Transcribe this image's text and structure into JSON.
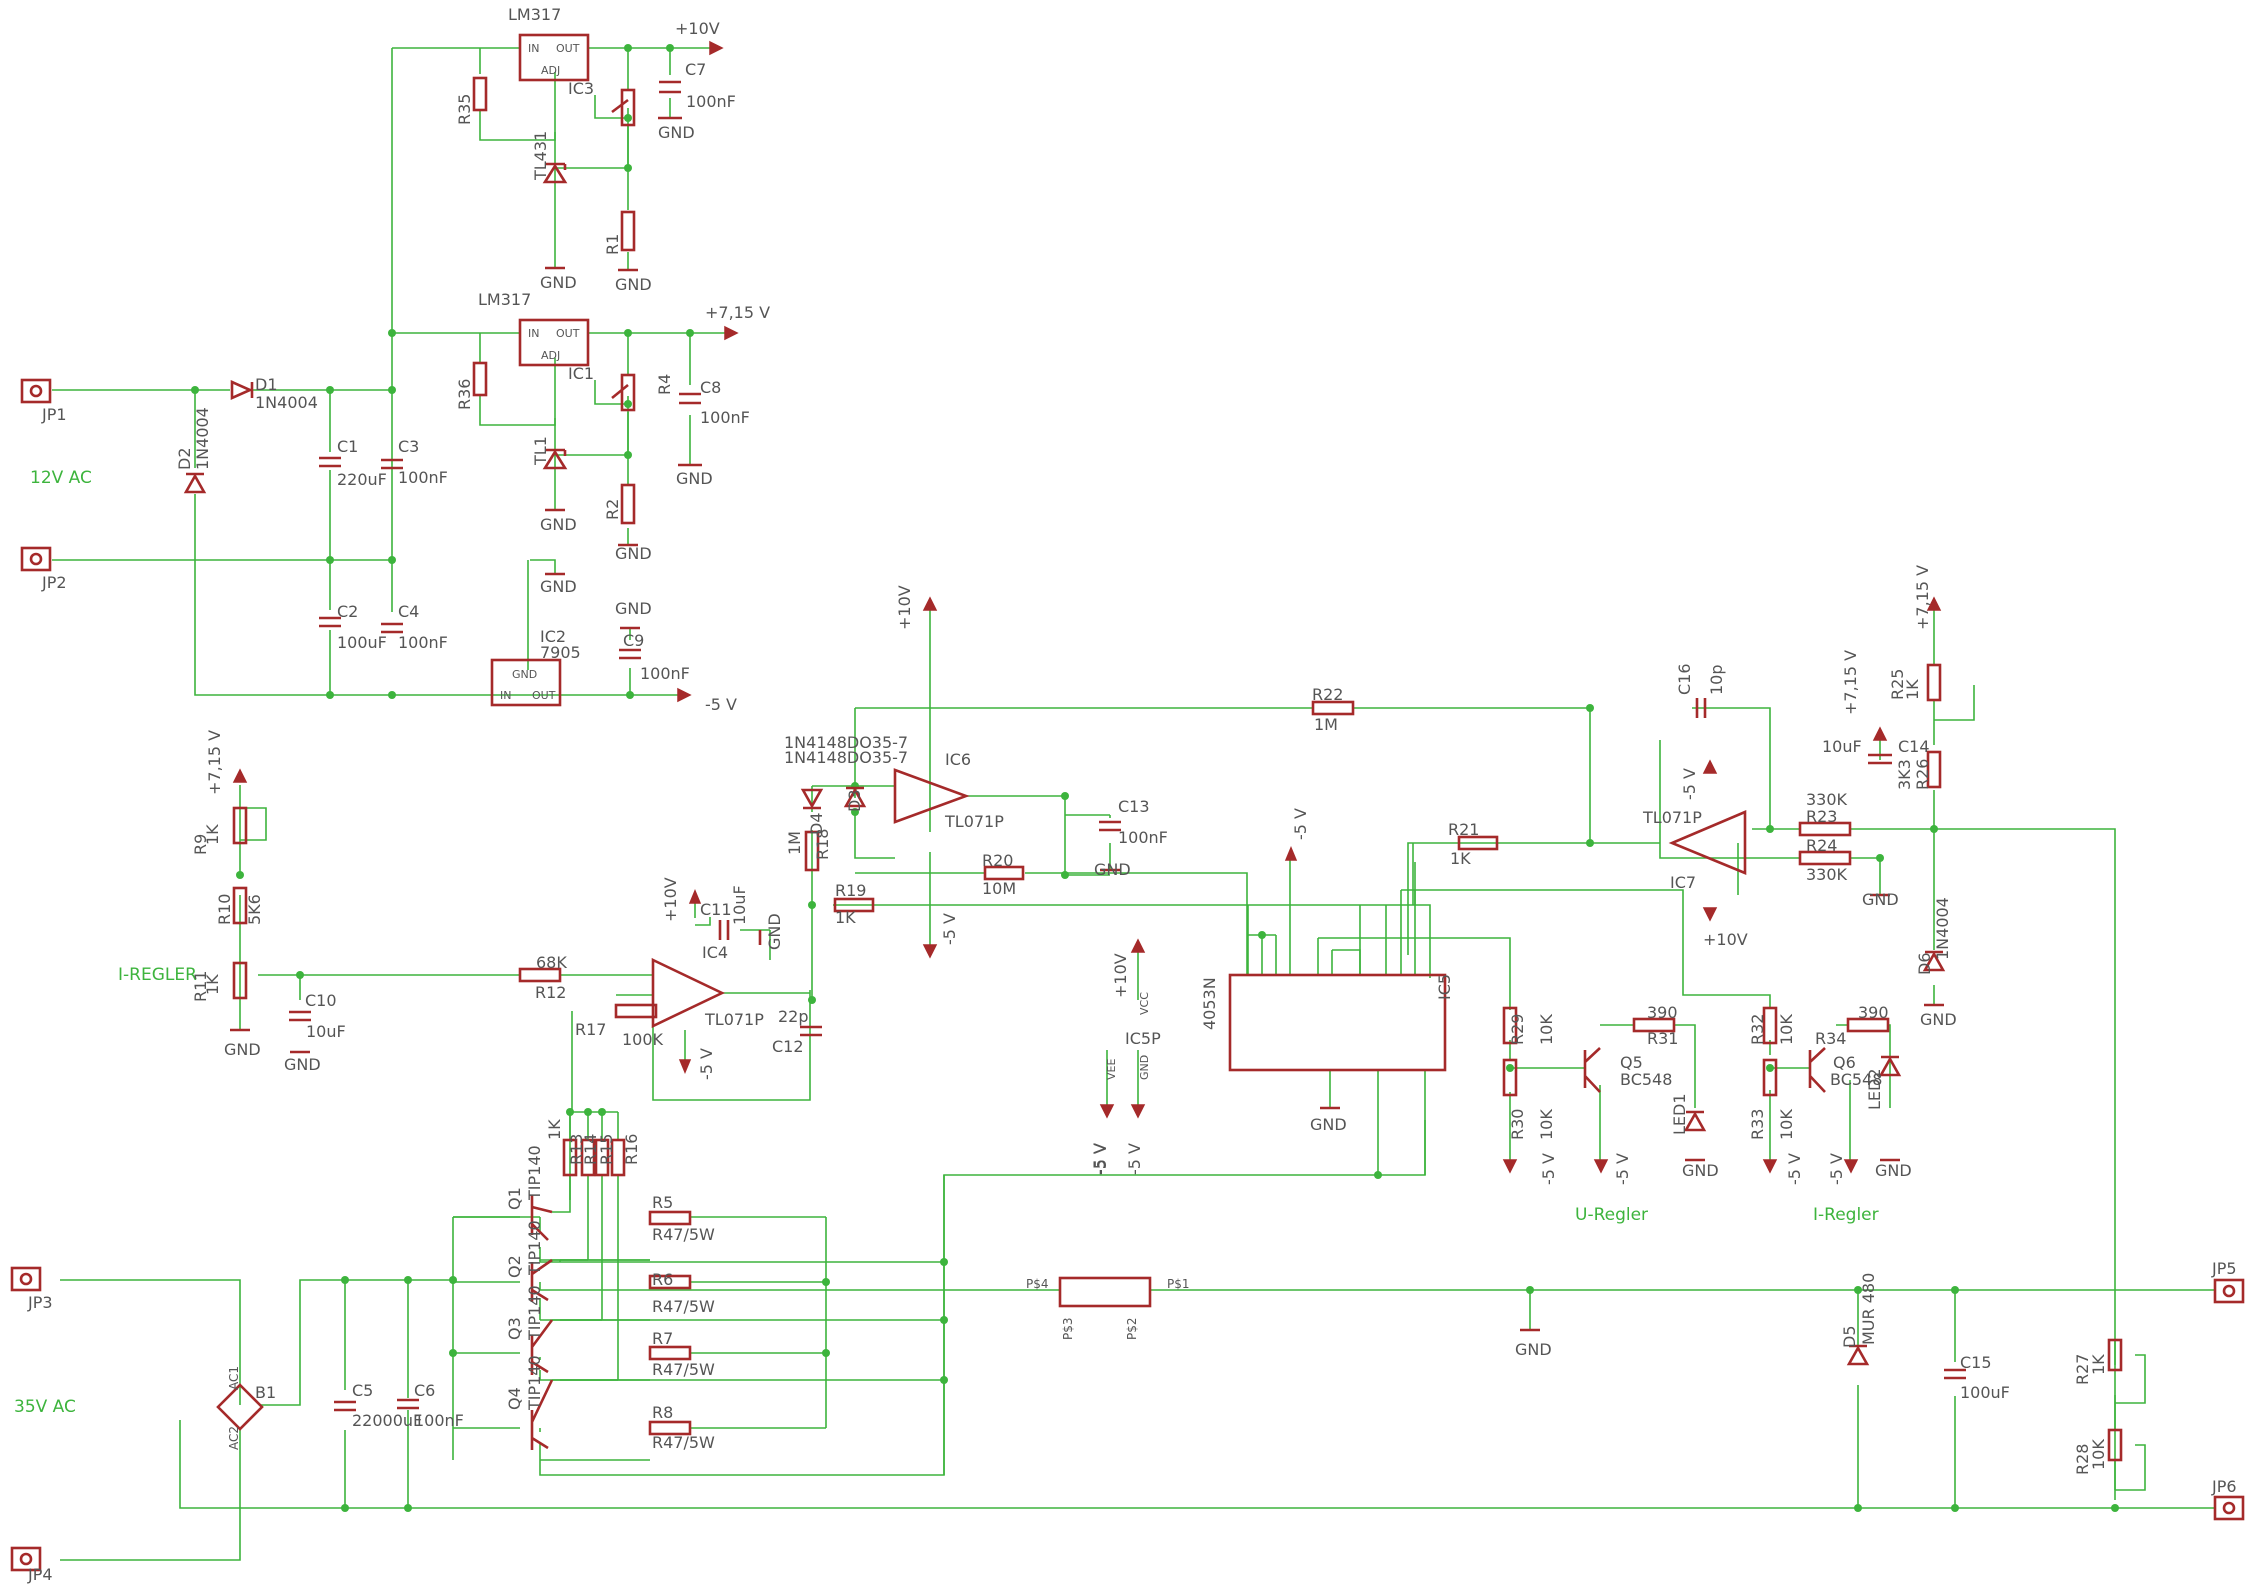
{
  "schematic": {
    "labels": {
      "lm317_a": "LM317",
      "lm317_b": "LM317",
      "ic3": "IC3",
      "ic1": "IC1",
      "pin_in": "IN",
      "pin_out": "OUT",
      "pin_adj": "ADJ",
      "plus10v": "+10V",
      "plus715v": "+7,15 V",
      "minus5v": "-5 V",
      "gnd": "GND",
      "c7": "C7",
      "c7v": "100nF",
      "c8": "C8",
      "c8v": "100nF",
      "r35": "R35",
      "r36": "R36",
      "r1": "R1",
      "r2": "R2",
      "r4": "R4",
      "tl431": "TL431",
      "tl1": "TL1",
      "jp1": "JP1",
      "jp2": "JP2",
      "jp3": "JP3",
      "jp4": "JP4",
      "jp5": "JP5",
      "jp6": "JP6",
      "ac12": "12V AC",
      "ac35": "35V AC",
      "d1": "D1",
      "d1v": "1N4004",
      "d2": "D2",
      "d2v": "1N4004",
      "c1": "C1",
      "c1v": "220uF",
      "c2": "C2",
      "c2v": "100uF",
      "c3": "C3",
      "c3v": "100nF",
      "c4": "C4",
      "c4v": "100nF",
      "ic2": "IC2",
      "ic2v": "7905",
      "c9": "C9",
      "c9v": "100nF",
      "r22": "R22",
      "r22v": "1M",
      "c16": "C16",
      "c16v": "10p",
      "ic6": "IC6",
      "ic6v": "TL071P",
      "d3v": "1N4148DO35-7",
      "d4v": "1N4148DO35-7",
      "d3": "D3",
      "d4": "D4",
      "c13": "C13",
      "c13v": "100nF",
      "r20": "R20",
      "r20v": "10M",
      "r18": "R18",
      "r18v": "1M",
      "r19": "R19",
      "r19v": "1K",
      "r21": "R21",
      "r21v": "1K",
      "ic7": "IC7",
      "ic7v": "TL071P",
      "r23": "R23",
      "r23v": "330K",
      "r24": "R24",
      "r24v": "330K",
      "r25": "R25",
      "r25v": "1K",
      "r26": "R26",
      "r26v": "3K3",
      "c14": "C14",
      "c14v": "10uF",
      "d6": "D6",
      "d6v": "1N4004",
      "r9": "R9",
      "r9v": "1K",
      "r10": "R10",
      "r10v": "5K6",
      "r11": "R11",
      "r11v": "1K",
      "iregler": "I-REGLER",
      "c10": "C10",
      "c10v": "10uF",
      "r12": "R12",
      "r12v": "68K",
      "ic4": "IC4",
      "ic4v": "TL071P",
      "c11": "C11",
      "c11v": "10uF",
      "r17": "R17",
      "r17v": "100K",
      "c12": "C12",
      "c12v": "22p",
      "ic5": "IC5",
      "ic5v": "4053N",
      "ic5p": "IC5P",
      "pin_vcc": "VCC",
      "pin_vee": "VEE",
      "pin_gnd": "GND",
      "r29": "R29",
      "r29v": "10K",
      "r30": "R30",
      "r30v": "10K",
      "r31": "R31",
      "r31v": "390",
      "q5": "Q5",
      "q5v": "BC548",
      "led1": "LED1",
      "r32": "R32",
      "r32v": "10K",
      "r33": "R33",
      "r33v": "10K",
      "r34": "R34",
      "r34v": "390",
      "q6": "Q6",
      "q6v": "BC548",
      "led2": "LED2",
      "uregler": "U-Regler",
      "iregler2": "I-Regler",
      "q1": "Q1",
      "q2": "Q2",
      "q3": "Q3",
      "q4": "Q4",
      "tip140": "TIP140",
      "r13": "R13",
      "r14": "R14",
      "r15": "R15",
      "r16": "R16",
      "r13v": "1K",
      "r5": "R5",
      "r6": "R6",
      "r7": "R7",
      "r8": "R8",
      "r47": "R47/5W",
      "c5": "C5",
      "c5v": "22000uF",
      "c6": "C6",
      "c6v": "100nF",
      "b1": "B1",
      "ac1": "AC1",
      "ac2": "AC2",
      "ps1": "P$1",
      "ps2": "P$2",
      "ps3": "P$3",
      "ps4": "P$4",
      "d5": "D5",
      "d5v": "MUR 480",
      "c15": "C15",
      "c15v": "100uF",
      "r27": "R27",
      "r27v": "1K",
      "r28": "R28",
      "r28v": "10K"
    },
    "colors": {
      "wire": "#3db43d",
      "symbol": "#a52a2a",
      "text": "#555555"
    }
  }
}
